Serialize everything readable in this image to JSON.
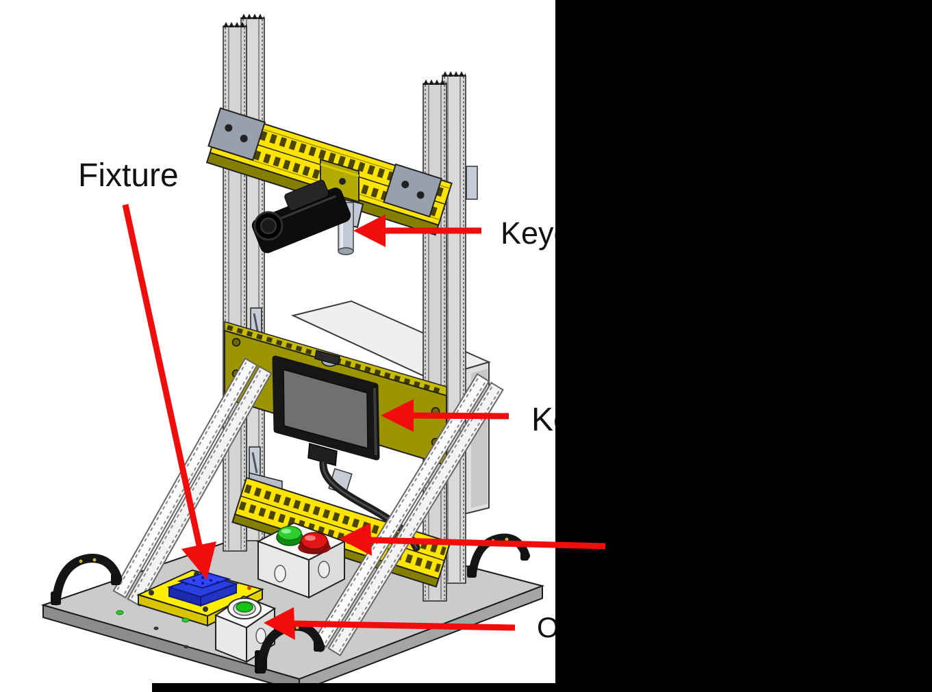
{
  "figure": {
    "type": "annotated-cad-diagram",
    "background": "#ffffff",
    "redaction": {
      "color": "#000000"
    },
    "annotation": {
      "arrow_color": "#f20d0d",
      "text_color": "#111111",
      "labels": {
        "fixture": "Fixture",
        "camera": "Keye",
        "display": "Ke",
        "operator_button": "O"
      }
    },
    "machine": {
      "parts": [
        "extrusion-frame-columns",
        "top-yellow-crossbeam",
        "keyence-camera-assembly",
        "display-panel",
        "lower-yellow-crossbeam",
        "diagonal-braces",
        "base-plate",
        "fixture-plate",
        "green-red-pushbutton-box",
        "operator-pushbutton-box",
        "clamp-handles"
      ],
      "colors": {
        "frame_gray": "#d9d9d9",
        "beam_yellow": "#ffe400",
        "beam_knurl": "#4a4500",
        "panel_olive": "#9c9400",
        "end_plate_gray": "#99a0ad",
        "enclosure_gray": "#efefef",
        "base_gray": "#cbcbcb",
        "fixture_plate_yellow": "#ffee00",
        "fixture_blue": "#2a3fe0",
        "button_green": "#2ecc2e",
        "button_red": "#e31414",
        "screen_gray": "#707070",
        "bezel_black": "#161616"
      }
    }
  }
}
